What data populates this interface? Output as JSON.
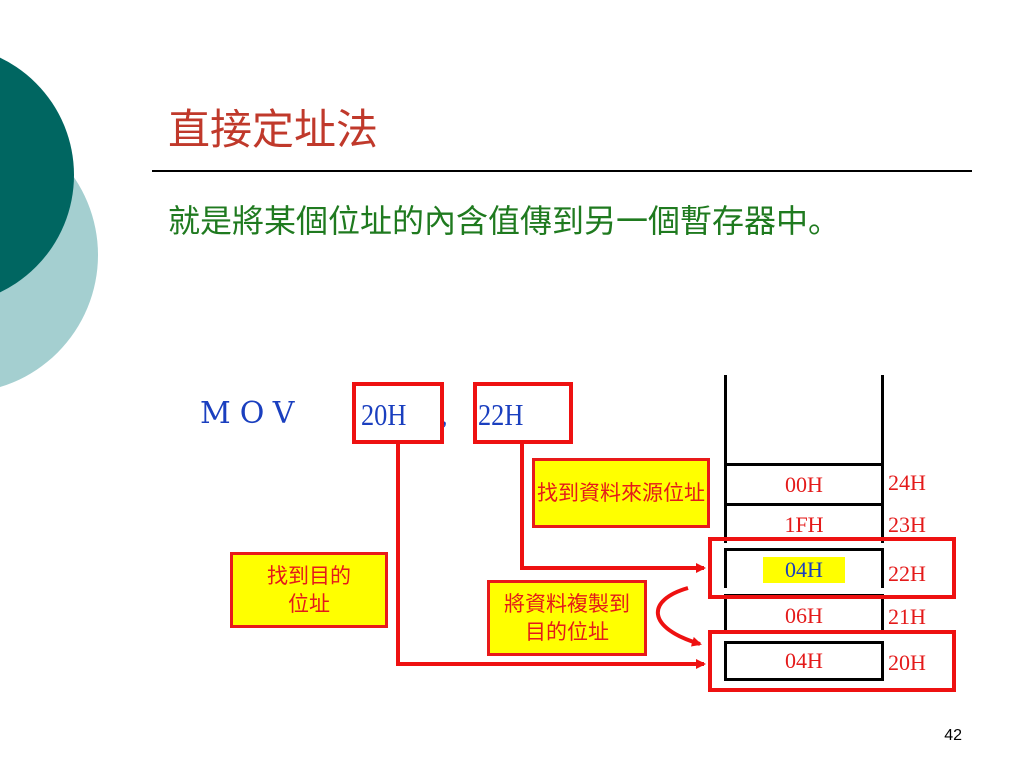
{
  "slide": {
    "title": "直接定址法",
    "description": "就是將某個位址的內含值傳到另一個暫存器中。",
    "page_number": "42"
  },
  "instruction": {
    "mnemonic": "MOV",
    "destination": "20H",
    "separator": ",",
    "source": "22H"
  },
  "notes": {
    "source_label": "找到資料來源位址",
    "dest_label": "找到目的位址",
    "copy_label": "將資料複製到目的位址"
  },
  "memory": {
    "cells": [
      {
        "value": "00H",
        "address": "24H"
      },
      {
        "value": "1FH",
        "address": "23H"
      },
      {
        "value": "04H",
        "address": "22H"
      },
      {
        "value": "06H",
        "address": "21H"
      },
      {
        "value": "04H",
        "address": "20H"
      }
    ]
  },
  "colors": {
    "title": "#c0392b",
    "body_text": "#1f7a1f",
    "instruction": "#1a3fbf",
    "highlight_box": "#ee1111",
    "note_fill": "#ffff00",
    "deco_dark": "#006661",
    "deco_light": "#a4cfd0"
  }
}
